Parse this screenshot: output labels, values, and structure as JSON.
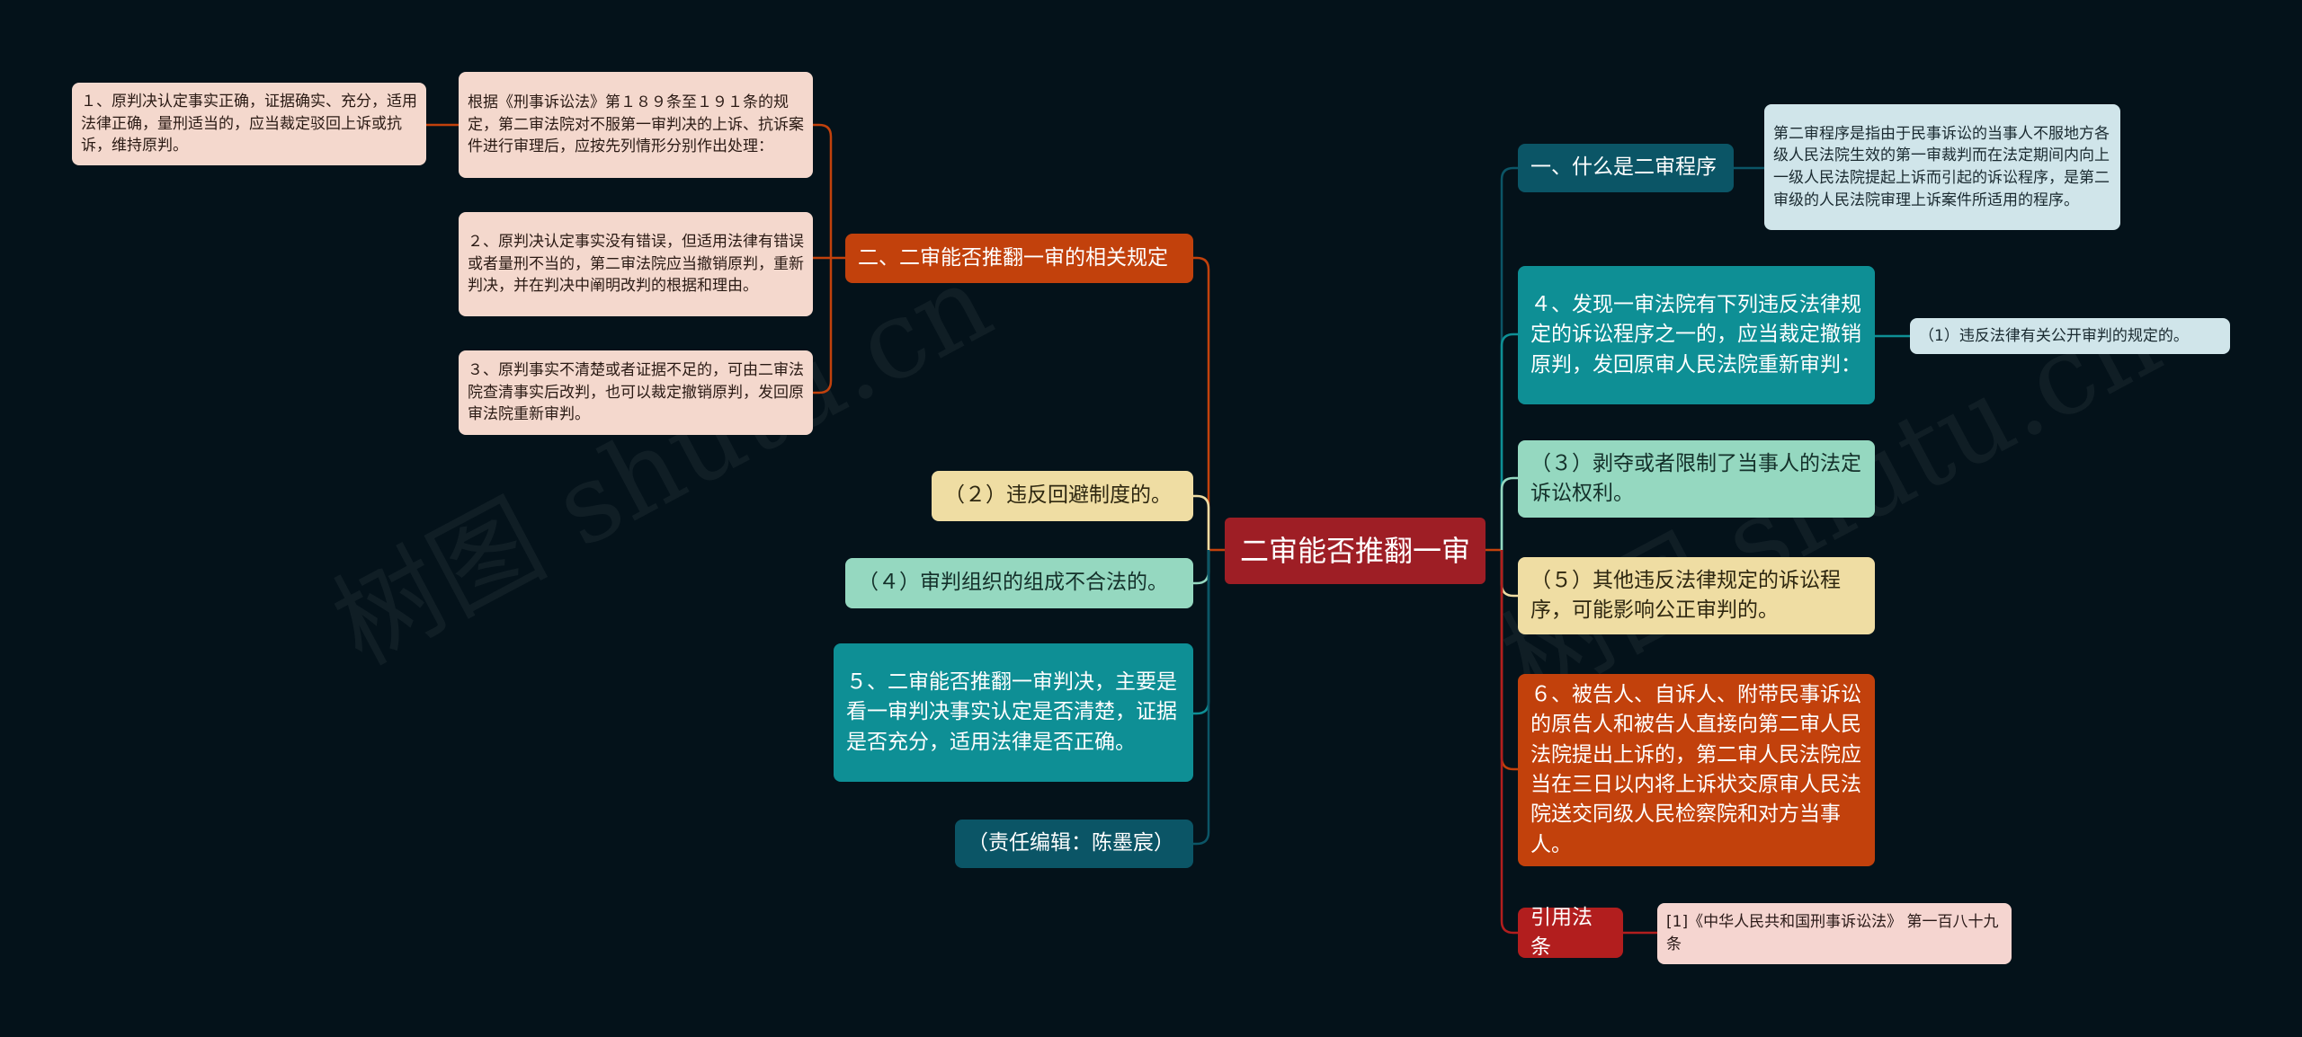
{
  "root": {
    "label": "二审能否推翻一审"
  },
  "right": {
    "what_is": {
      "label": "一、什么是二审程序",
      "detail": "第二审程序是指由于民事诉讼的当事人不服地方各级人民法院生效的第一审裁判而在法定期间内向上一级人民法院提起上诉而引起的诉讼程序，是第二审级的人民法院审理上诉案件所适用的程序。"
    },
    "item4": {
      "label": "４、发现一审法院有下列违反法律规定的诉讼程序之一的，应当裁定撤销原判，发回原审人民法院重新审判：",
      "detail": "（1）违反法律有关公开审判的规定的。"
    },
    "item3": {
      "label": "（３）剥夺或者限制了当事人的法定诉讼权利。"
    },
    "item5": {
      "label": "（５）其他违反法律规定的诉讼程序，可能影响公正审判的。"
    },
    "item6": {
      "label": "６、被告人、自诉人、附带民事诉讼的原告人和被告人直接向第二审人民法院提出上诉的，第二审人民法院应当在三日以内将上诉状交原审人民法院送交同级人民检察院和对方当事人。"
    },
    "cite": {
      "label": "引用法条",
      "detail": "[1]《中华人民共和国刑事诉讼法》 第一百八十九条"
    }
  },
  "left": {
    "rules": {
      "label": "二、二审能否推翻一审的相关规定",
      "children": [
        {
          "text": "根据《刑事诉讼法》第１８９条至１９１条的规定，第二审法院对不服第一审判决的上诉、抗诉案件进行审理后，应按先列情形分别作出处理：",
          "detail": "１、原判决认定事实正确，证据确实、充分，适用法律正确，量刑适当的，应当裁定驳回上诉或抗诉，维持原判。"
        },
        {
          "text": "２、原判决认定事实没有错误，但适用法律有错误或者量刑不当的，第二审法院应当撤销原判，重新判决，并在判决中阐明改判的根据和理由。"
        },
        {
          "text": "３、原判事实不清楚或者证据不足的，可由二审法院查清事实后改判，也可以裁定撤销原判，发回原审法院重新审判。"
        }
      ]
    },
    "item2": {
      "label": "（２）违反回避制度的。"
    },
    "item4b": {
      "label": "（４）审判组织的组成不合法的。"
    },
    "item5b": {
      "label": "５、二审能否推翻一审判决，主要是看一审判决事实认定是否清楚，证据是否充分，适用法律是否正确。"
    },
    "editor": {
      "label": "（责任编辑：陈墨宸）"
    }
  },
  "watermark": {
    "text": "树图 shutu.cn"
  },
  "colors": {
    "background": "#04121a",
    "root": "#9e1e25",
    "orange": "#c2410c",
    "teal": "#0e8f95",
    "darkteal": "#0b5566",
    "mint": "#95d8c0",
    "cream": "#efdda3",
    "lightpink": "#f4d8cd",
    "lightblue": "#d0e5ea",
    "pink": "#f5d5d0",
    "crimson": "#b21e1e"
  }
}
